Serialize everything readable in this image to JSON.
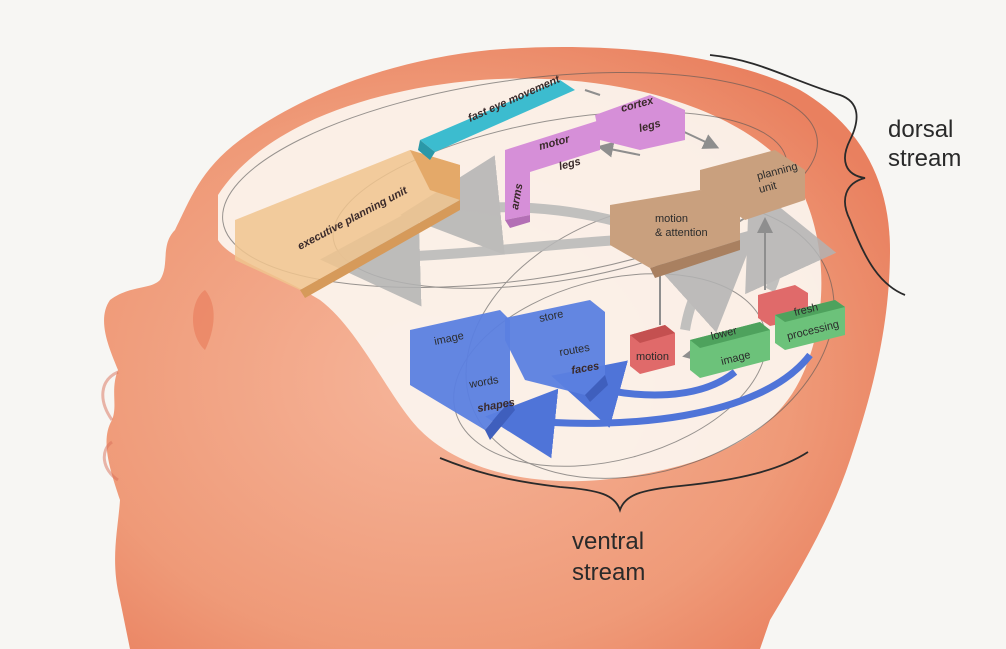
{
  "labels": {
    "dorsal_line1": "dorsal",
    "dorsal_line2": "stream",
    "ventral_line1": "ventral",
    "ventral_line2": "stream",
    "fast_eye": "fast eye movement",
    "motor": "motor",
    "cortex": "cortex",
    "legs_1": "legs",
    "legs_2": "legs",
    "arms": "arms",
    "executive": "executive planning unit",
    "motion_attention_1": "motion",
    "motion_attention_2": "& attention",
    "planning_1": "planning",
    "planning_2": "unit",
    "image_top": "image",
    "store": "store",
    "routes": "routes",
    "faces": "faces",
    "words": "words",
    "shapes": "shapes",
    "motion": "motion",
    "lower": "lower",
    "image_green": "image",
    "fresh": "fresh",
    "processing": "processing"
  },
  "colors": {
    "skin": "#f2a07f",
    "skin_dark": "#e9805f",
    "executive": "#f0c48e",
    "motor": "#d68fd8",
    "cyan": "#3cbccf",
    "brown": "#c9a07e",
    "blue": "#5b7fe0",
    "green": "#6cc27a",
    "red": "#e06a6a",
    "arrow_gray": "#b8b8b8",
    "arrow_blue": "#4f74d8"
  }
}
